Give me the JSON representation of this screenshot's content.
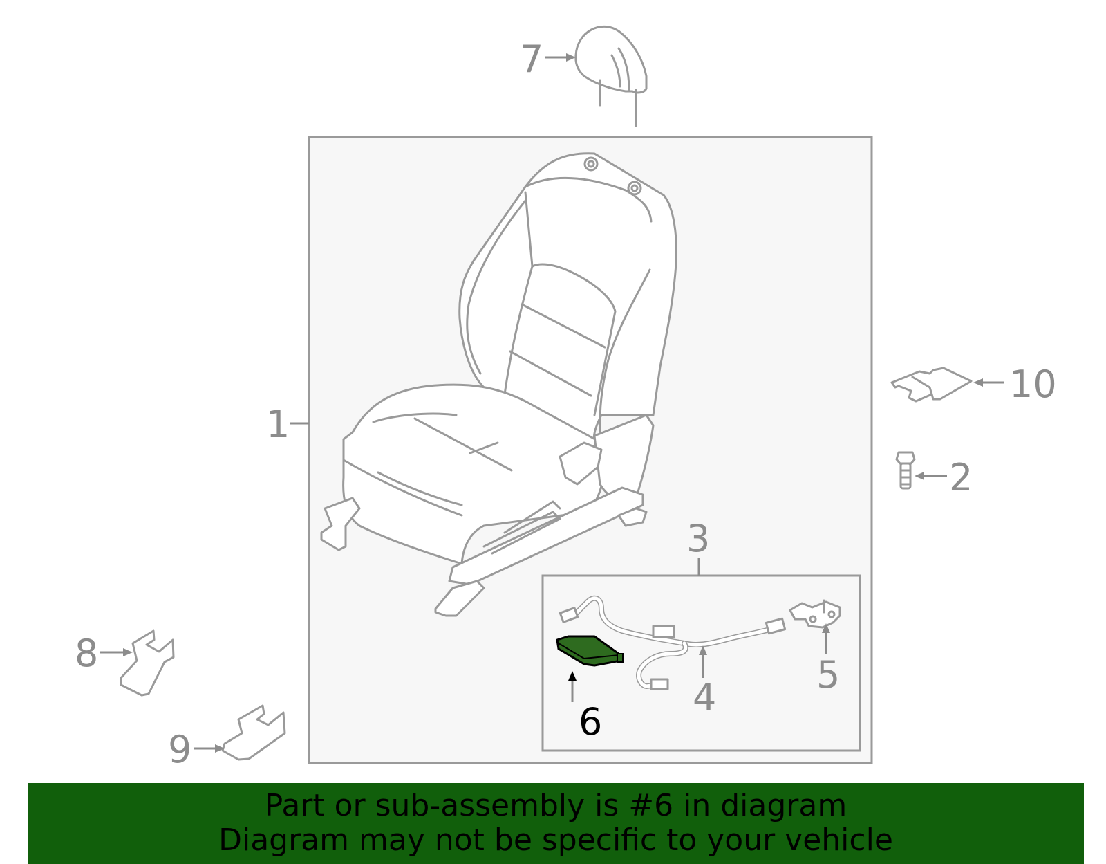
{
  "callouts": {
    "c1": "1",
    "c2": "2",
    "c3": "3",
    "c4": "4",
    "c5": "5",
    "c6": "6",
    "c7": "7",
    "c8": "8",
    "c9": "9",
    "c10": "10"
  },
  "highlighted_part": "6",
  "colors": {
    "highlight_fill": "#2e6b1f",
    "banner_background": "#115f0b",
    "part_stroke": "#9a9a9a",
    "callout_text": "#8c8c8c",
    "panel_background": "#f7f7f7"
  },
  "banner": {
    "line1": "Part or sub-assembly is #6 in diagram",
    "line2": "Diagram may not be specific to your vehicle"
  }
}
